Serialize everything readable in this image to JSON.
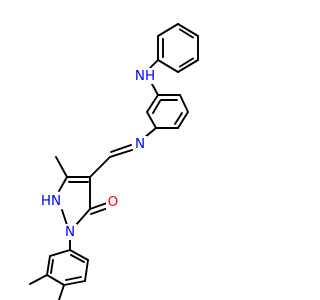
{
  "structure": {
    "colors": {
      "bond": "#000000",
      "nitrogen": "#0000ff",
      "oxygen": "#ff0000",
      "background": "#ffffff"
    },
    "labels": {
      "amine_nh": "NH",
      "imine_n": "N",
      "ring_nh": "HN",
      "ring_n": "N",
      "carbonyl_o": "O"
    }
  }
}
